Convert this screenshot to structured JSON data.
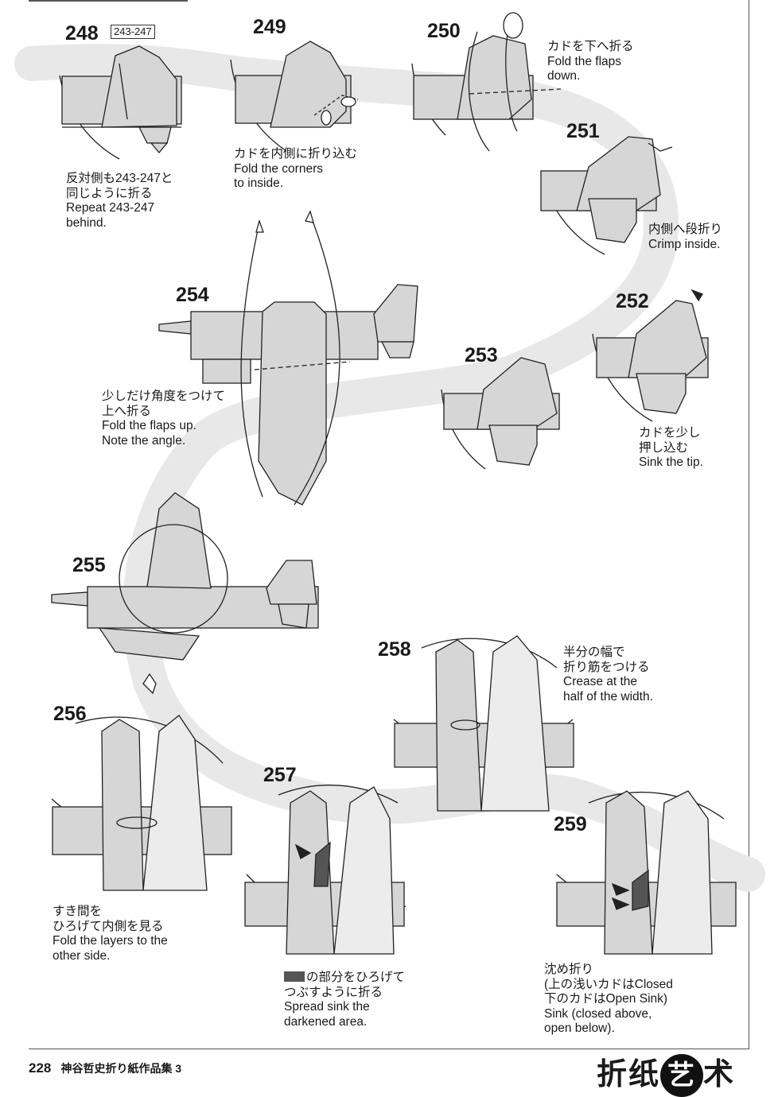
{
  "steps": {
    "s248": {
      "number": "248",
      "ref": "243-247",
      "caption": [
        "反対側も243-247と",
        "同じように折る",
        "Repeat 243-247",
        "behind."
      ]
    },
    "s249": {
      "number": "249",
      "caption": [
        "カドを内側に折り込む",
        "Fold the corners",
        "to inside."
      ]
    },
    "s250": {
      "number": "250",
      "caption": [
        "カドを下へ折る",
        "Fold the flaps",
        "down."
      ]
    },
    "s251": {
      "number": "251",
      "caption": [
        "内側へ段折り",
        "Crimp inside."
      ]
    },
    "s252": {
      "number": "252",
      "caption": [
        "カドを少し",
        "押し込む",
        "Sink the tip."
      ]
    },
    "s253": {
      "number": "253"
    },
    "s254": {
      "number": "254",
      "caption": [
        "少しだけ角度をつけて",
        "上へ折る",
        "Fold the flaps up.",
        "Note the angle."
      ]
    },
    "s255": {
      "number": "255"
    },
    "s256": {
      "number": "256",
      "caption": [
        "すき間を",
        "ひろげて内側を見る",
        "Fold the layers to the",
        "other side."
      ]
    },
    "s257": {
      "number": "257",
      "caption_first": "の部分をひろげて",
      "caption": [
        "つぶすように折る",
        "Spread sink the",
        "darkened area."
      ]
    },
    "s258": {
      "number": "258",
      "caption": [
        "半分の幅で",
        "折り筋をつける",
        "Crease at the",
        "half of the width."
      ]
    },
    "s259": {
      "number": "259",
      "caption": [
        "沈め折り",
        "(上の浅いカドはClosed",
        "下のカドはOpen Sink)",
        "Sink (closed above,",
        "open below)."
      ]
    }
  },
  "footer": {
    "page_number": "228",
    "book_title": "神谷哲史折り紙作品集 3"
  },
  "logo": {
    "text_before": "折纸",
    "text_badge": "艺",
    "text_after": "术"
  },
  "colors": {
    "paper": "#d6d6d6",
    "path": "#e6e6e6",
    "dark_area": "#555555",
    "line": "#222222"
  }
}
